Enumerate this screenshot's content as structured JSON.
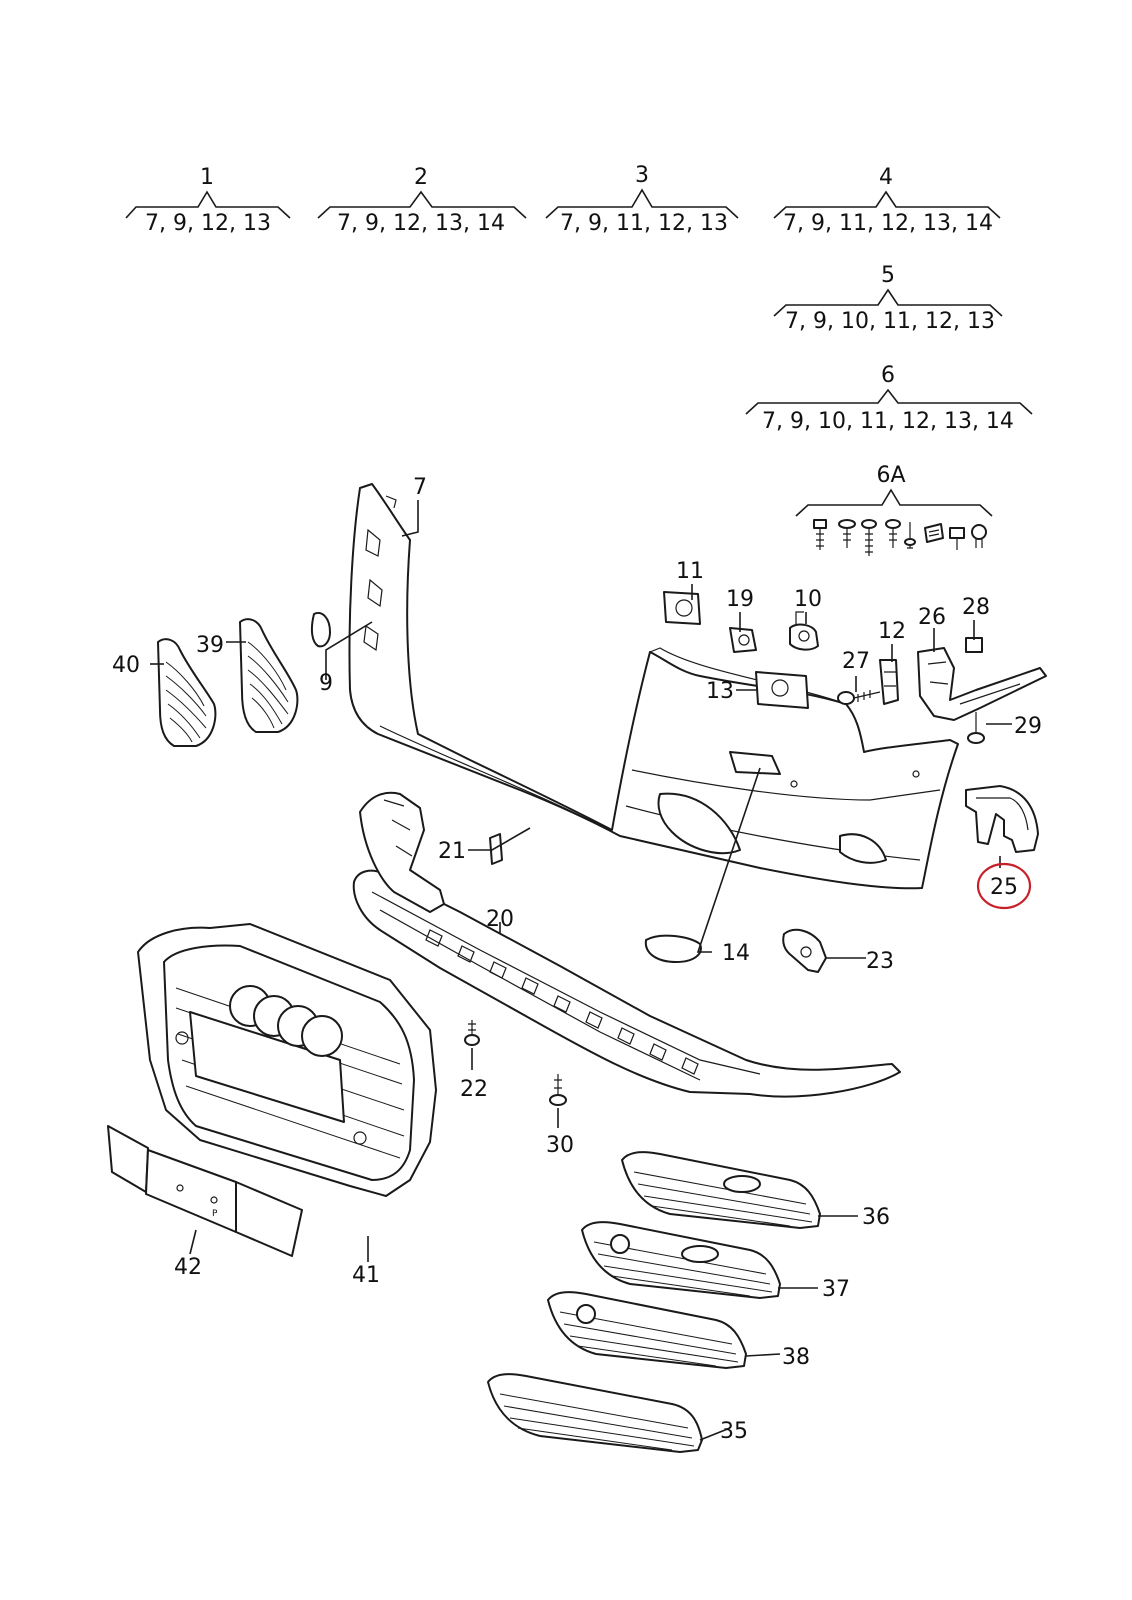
{
  "kits": [
    {
      "id": "1",
      "contents": "7, 9, 12, 13"
    },
    {
      "id": "2",
      "contents": "7, 9, 12, 13, 14"
    },
    {
      "id": "3",
      "contents": "7, 9, 11, 12, 13"
    },
    {
      "id": "4",
      "contents": "7, 9, 11, 12, 13, 14"
    },
    {
      "id": "5",
      "contents": "7, 9, 10, 11, 12, 13"
    },
    {
      "id": "6",
      "contents": "7, 9, 10, 11, 12, 13, 14"
    },
    {
      "id": "6A",
      "contents": ""
    }
  ],
  "parts": {
    "p7": "7",
    "p9": "9",
    "p11": "11",
    "p19": "19",
    "p10": "10",
    "p12": "12",
    "p26": "26",
    "p28": "28",
    "p27": "27",
    "p13": "13",
    "p29": "29",
    "p40": "40",
    "p39": "39",
    "p21": "21",
    "p20": "20",
    "p14": "14",
    "p23": "23",
    "p25": "25",
    "p22": "22",
    "p30": "30",
    "p36": "36",
    "p37": "37",
    "p38": "38",
    "p35": "35",
    "p42": "42",
    "p41": "41"
  },
  "highlight": {
    "part": "25",
    "color": "#c8202a"
  }
}
